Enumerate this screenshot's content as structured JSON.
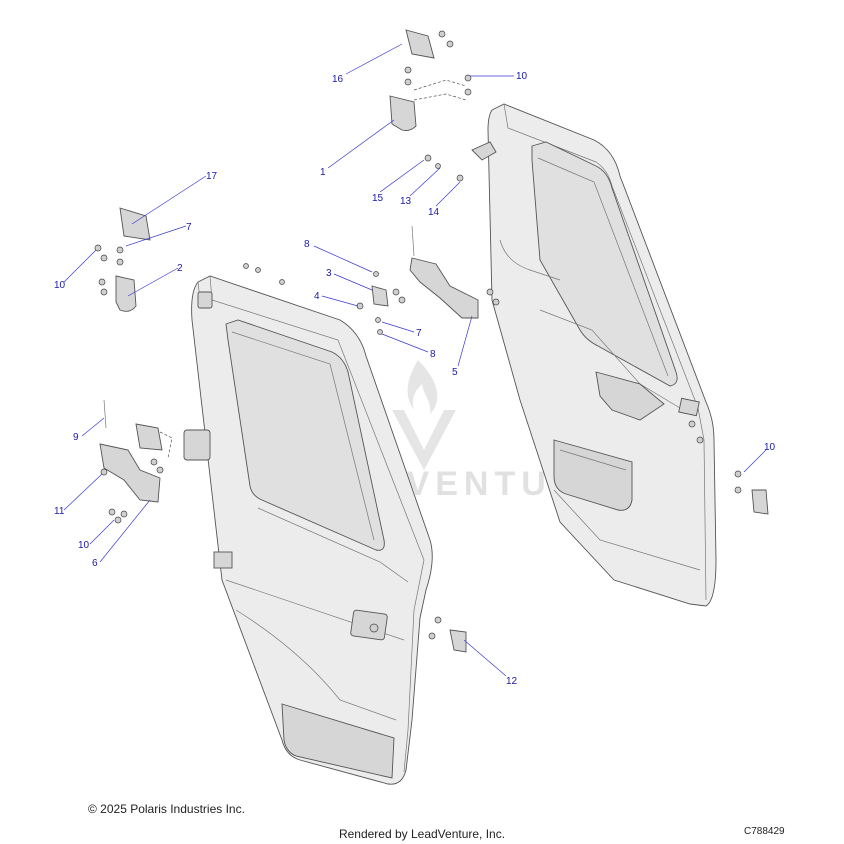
{
  "diagram": {
    "callouts": [
      {
        "id": "c16",
        "label": "16"
      },
      {
        "id": "c10a",
        "label": "10"
      },
      {
        "id": "c1",
        "label": "1"
      },
      {
        "id": "c15",
        "label": "15"
      },
      {
        "id": "c13",
        "label": "13"
      },
      {
        "id": "c14",
        "label": "14"
      },
      {
        "id": "c17",
        "label": "17"
      },
      {
        "id": "c7a",
        "label": "7"
      },
      {
        "id": "c10b",
        "label": "10"
      },
      {
        "id": "c2",
        "label": "2"
      },
      {
        "id": "c8a",
        "label": "8"
      },
      {
        "id": "c3",
        "label": "3"
      },
      {
        "id": "c4",
        "label": "4"
      },
      {
        "id": "c7b",
        "label": "7"
      },
      {
        "id": "c8b",
        "label": "8"
      },
      {
        "id": "c5",
        "label": "5"
      },
      {
        "id": "c9",
        "label": "9"
      },
      {
        "id": "c11",
        "label": "11"
      },
      {
        "id": "c10c",
        "label": "10"
      },
      {
        "id": "c6",
        "label": "6"
      },
      {
        "id": "c10d",
        "label": "10"
      },
      {
        "id": "c12",
        "label": "12"
      }
    ],
    "watermark": "LEADVENTURE"
  },
  "footer": {
    "copyright": "© 2025 Polaris Industries Inc.",
    "rendered_by": "Rendered by LeadVenture, Inc.",
    "diagram_code": "C788429"
  }
}
